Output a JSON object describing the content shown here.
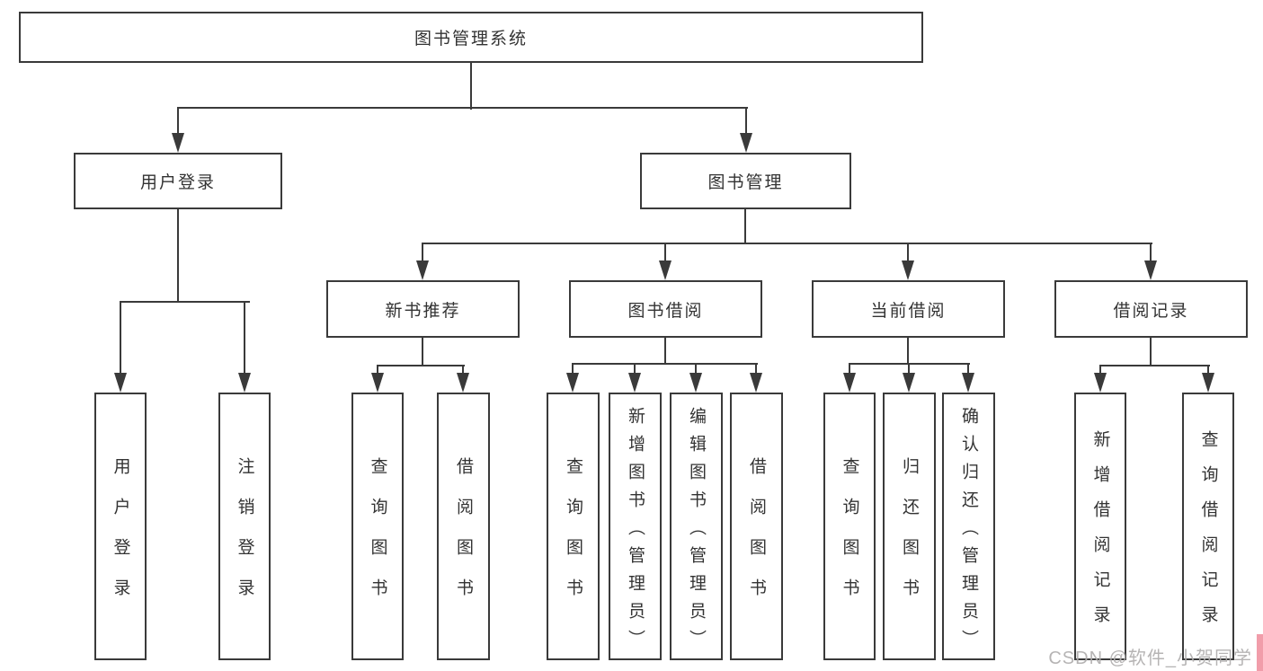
{
  "diagram": {
    "root": {
      "label": "图书管理系统"
    },
    "branches": [
      {
        "label": "用户登录",
        "children": [
          {
            "label": "用户登录"
          },
          {
            "label": "注销登录"
          }
        ]
      },
      {
        "label": "图书管理",
        "children": [
          {
            "label": "新书推荐",
            "children": [
              {
                "label": "查询图书"
              },
              {
                "label": "借阅图书"
              }
            ]
          },
          {
            "label": "图书借阅",
            "children": [
              {
                "label": "查询图书"
              },
              {
                "label": "新增图书（管理员）"
              },
              {
                "label": "编辑图书（管理员）"
              },
              {
                "label": "借阅图书"
              }
            ]
          },
          {
            "label": "当前借阅",
            "children": [
              {
                "label": "查询图书"
              },
              {
                "label": "归还图书"
              },
              {
                "label": "确认归还（管理员）"
              }
            ]
          },
          {
            "label": "借阅记录",
            "children": [
              {
                "label": "新增借阅记录"
              },
              {
                "label": "查询借阅记录"
              }
            ]
          }
        ]
      }
    ]
  },
  "watermark": {
    "text": "CSDN @软件_小贺同学"
  },
  "colors": {
    "line": "#3a3a3a",
    "text": "#333333",
    "watermark": "#b0aeae",
    "accent_strip": "#f19daa",
    "background": "#ffffff"
  }
}
